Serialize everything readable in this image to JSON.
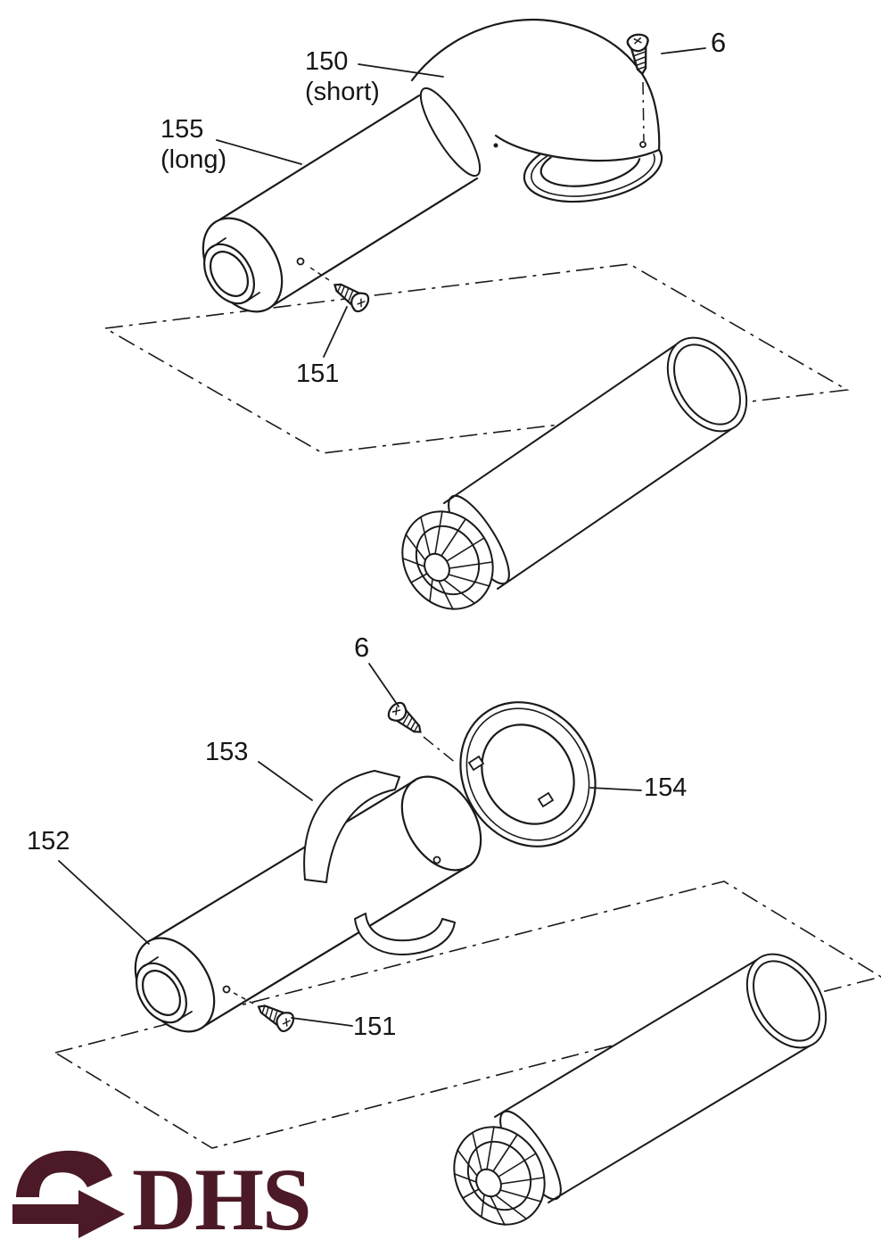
{
  "figure": {
    "background": "#ffffff",
    "line_color": "#1a1a1a"
  },
  "callouts": {
    "c150": {
      "number": "150",
      "qualifier": "(short)"
    },
    "c155": {
      "number": "155",
      "qualifier": "(long)"
    },
    "c6_top": {
      "number": "6"
    },
    "c151_top": {
      "number": "151"
    },
    "c6_bottom": {
      "number": "6"
    },
    "c153": {
      "number": "153"
    },
    "c154": {
      "number": "154"
    },
    "c152": {
      "number": "152"
    },
    "c151_bottom": {
      "number": "151"
    }
  },
  "logo": {
    "text": "DHS",
    "color": "#4b1a26"
  }
}
